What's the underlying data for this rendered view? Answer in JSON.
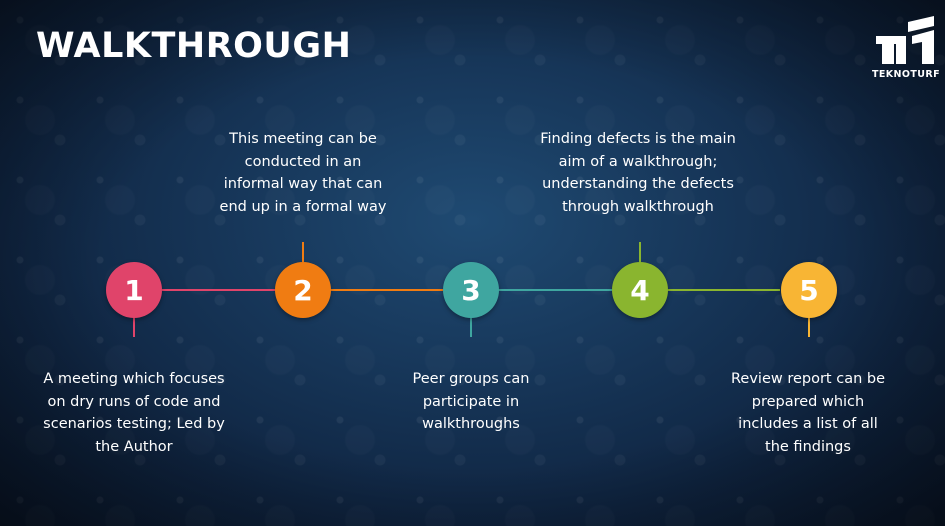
{
  "title": "WALKTHROUGH",
  "logo": {
    "text": "TEKNOTURF",
    "icon": "teknoturf-logo-icon"
  },
  "colors": {
    "step1": "#e0446a",
    "step2": "#f07c12",
    "step3": "#3fa6a0",
    "step4": "#8ab52f",
    "step5": "#f8b534"
  },
  "steps": [
    {
      "number": "1",
      "lines": [
        "A meeting which focuses",
        "on dry runs of code and",
        "scenarios testing; Led by",
        "the Author"
      ]
    },
    {
      "number": "2",
      "lines": [
        "This meeting can be",
        "conducted in an",
        "informal way that can",
        "end up in a formal way"
      ]
    },
    {
      "number": "3",
      "lines": [
        "Peer groups can",
        "participate in",
        "walkthroughs"
      ]
    },
    {
      "number": "4",
      "lines": [
        "Finding defects is the main",
        "aim of a walkthrough;",
        "understanding the defects",
        "through walkthrough"
      ]
    },
    {
      "number": "5",
      "lines": [
        "Review report can be",
        "prepared which",
        "includes a list of all",
        "the findings"
      ]
    }
  ]
}
